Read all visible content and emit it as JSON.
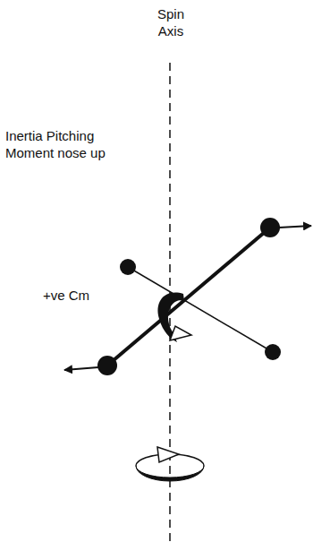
{
  "diagram": {
    "labels": [
      "Spin Axis",
      "Inertia Pitching Moment nose up",
      "+ve Cm"
    ]
  }
}
